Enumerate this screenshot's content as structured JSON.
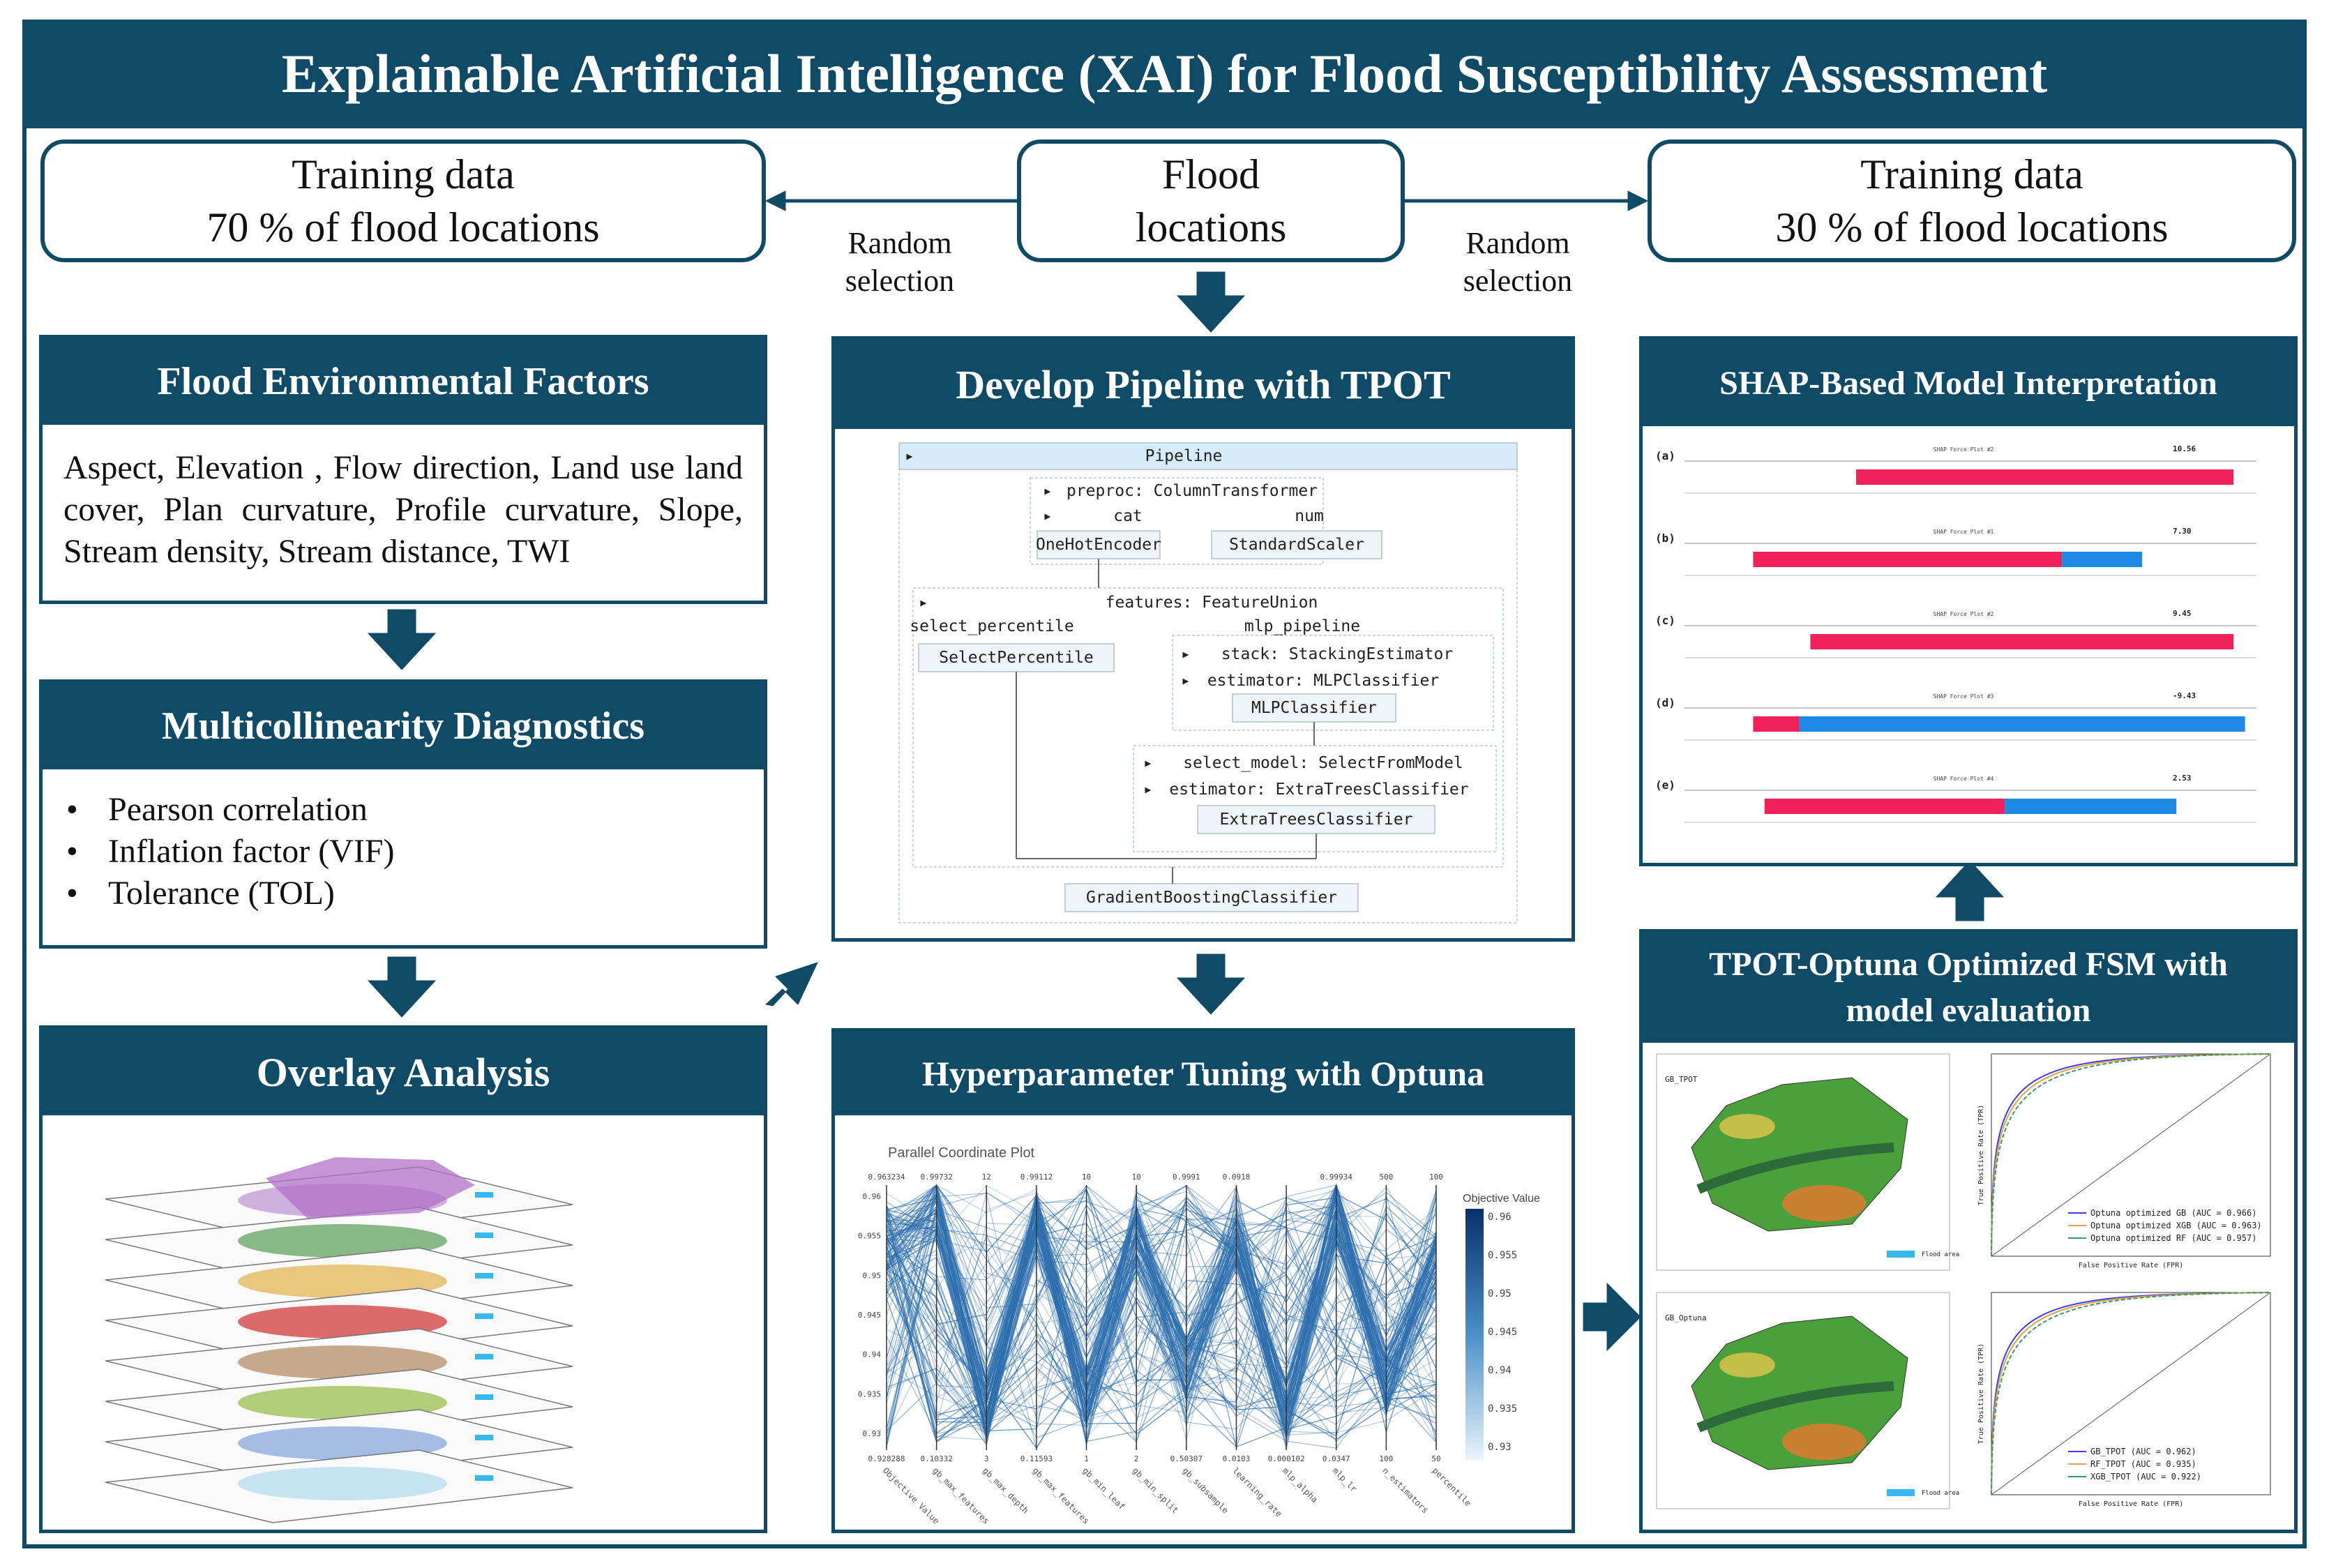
{
  "title": "Explainable Artificial Intelligence (XAI) for Flood Susceptibility Assessment",
  "colors": {
    "primary": "#0f4a66",
    "shap_positive": "#f0215a",
    "shap_negative": "#1e88e5",
    "parallel_line": "#2e6fae"
  },
  "top": {
    "train_left": {
      "line1": "Training data",
      "line2": "70 % of flood locations"
    },
    "flood": {
      "line1": "Flood",
      "line2": "locations"
    },
    "train_right": {
      "line1": "Training data",
      "line2": "30 % of flood locations"
    },
    "random_left": {
      "line1": "Random",
      "line2": "selection"
    },
    "random_right": {
      "line1": "Random",
      "line2": "selection"
    }
  },
  "factors": {
    "title": "Flood Environmental Factors",
    "text": "Aspect, Elevation , Flow direction, Land use land cover, Plan curvature, Profile curvature, Slope, Stream density, Stream distance, TWI"
  },
  "multicol": {
    "title": "Multicollinearity Diagnostics",
    "items": [
      "Pearson correlation",
      "Inflation factor (VIF)",
      "Tolerance (TOL)"
    ]
  },
  "overlay": {
    "title": "Overlay Analysis"
  },
  "pipeline": {
    "title": "Develop Pipeline with TPOT",
    "header": "Pipeline",
    "preproc": "preproc: ColumnTransformer",
    "cat": "cat",
    "num": "num",
    "onehot": "OneHotEncoder",
    "scaler": "StandardScaler",
    "features": "features: FeatureUnion",
    "select_percentile": "select_percentile",
    "mlp_pipeline": "mlp_pipeline",
    "selectpercentile_btn": "SelectPercentile",
    "stack": "stack: StackingEstimator",
    "estimator_mlp": "estimator: MLPClassifier",
    "mlp_btn": "MLPClassifier",
    "select_model": "select_model: SelectFromModel",
    "estimator_et": "estimator: ExtraTreesClassifier",
    "et_btn": "ExtraTreesClassifier",
    "gb_btn": "GradientBoostingClassifier"
  },
  "optuna": {
    "title": "Hyperparameter Tuning with Optuna",
    "plot_title": "Parallel Coordinate Plot",
    "colorbar_title": "Objective Value",
    "colorbar_ticks": [
      "0.96",
      "0.955",
      "0.95",
      "0.945",
      "0.94",
      "0.935",
      "0.93"
    ],
    "axis_labels": [
      "Objective Value",
      "gb_max_features",
      "gb_max_depth",
      "gb_max_features",
      "gb_min_leaf",
      "gb_min_split",
      "gb_subsample",
      "learning_rate",
      "mlp_alpha",
      "mlp_lr",
      "n_estimators",
      "percentile"
    ],
    "axis_top": [
      "0.963234",
      "0.99732",
      "12",
      "0.99112",
      "10",
      "10",
      "0.9991",
      "0.0918",
      "",
      "0.99934",
      "500",
      "100"
    ],
    "axis_bottom": [
      "0.928288",
      "0.10332",
      "3",
      "0.11593",
      "1",
      "2",
      "0.50307",
      "0.0103",
      "0.000102",
      "0.0347",
      "100",
      "50"
    ],
    "obj_ticks": [
      "0.96",
      "0.955",
      "0.95",
      "0.945",
      "0.94",
      "0.935",
      "0.93"
    ]
  },
  "shap": {
    "title": "SHAP-Based Model Interpretation",
    "panels": [
      {
        "label": "(a)",
        "fx": "10.56",
        "plot": "SHAP Force Plot #2"
      },
      {
        "label": "(b)",
        "fx": "7.30",
        "plot": "SHAP Force Plot #1"
      },
      {
        "label": "(c)",
        "fx": "9.45",
        "plot": "SHAP Force Plot #2"
      },
      {
        "label": "(d)",
        "fx": "-9.43",
        "plot": "SHAP Force Plot #3"
      },
      {
        "label": "(e)",
        "fx": "2.53",
        "plot": "SHAP Force Plot #4"
      }
    ]
  },
  "fsm": {
    "title_line1": "TPOT-Optuna Optimized FSM with",
    "title_line2": "model evaluation",
    "map_top_label": "GB_TPOT",
    "map_bottom_label": "GB_Optuna",
    "flood_area": "Flood area",
    "roc_top_legend": [
      "Optuna optimized GB (AUC = 0.966)",
      "Optuna optimized XGB (AUC = 0.963)",
      "Optuna optimized RF (AUC = 0.957)"
    ],
    "roc_bottom_legend": [
      "GB_TPOT (AUC = 0.962)",
      "RF_TPOT (AUC = 0.935)",
      "XGB_TPOT (AUC = 0.922)"
    ],
    "xlabel": "False Positive Rate (FPR)",
    "ylabel": "True Positive Rate (TPR)"
  }
}
